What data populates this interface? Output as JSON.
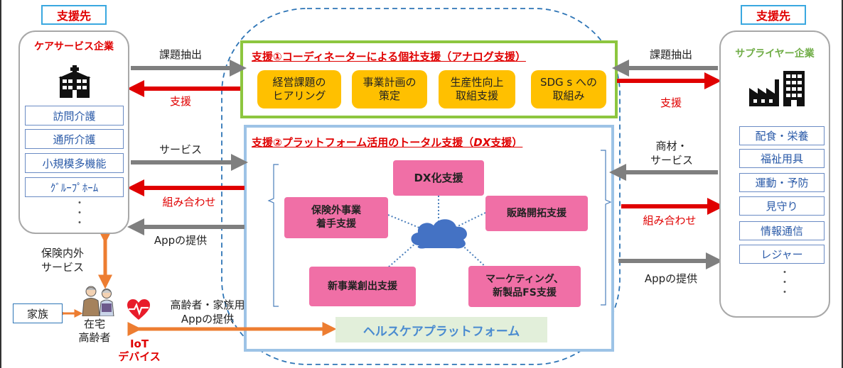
{
  "left": {
    "tag": "支援先",
    "panel_title": "ケアサービス企業",
    "items": [
      "訪問介護",
      "通所介護",
      "小規模多機能",
      "ｸﾞﾙｰﾌﾟﾎｰﾑ"
    ],
    "dots": "・\n・\n・"
  },
  "right": {
    "tag": "支援先",
    "panel_title": "サプライヤー企業",
    "items": [
      "配食・栄養",
      "福祉用具",
      "運動・予防",
      "見守り",
      "情報通信",
      "レジャー"
    ],
    "dots": "・\n・\n・"
  },
  "labels": {
    "left_issue": "課題抽出",
    "left_support": "支援",
    "left_service": "サービス",
    "left_combo": "組み合わせ",
    "left_app": "Appの提供",
    "right_issue": "課題抽出",
    "right_support": "支援",
    "right_goods": "商材・\nサービス",
    "right_combo": "組み合わせ",
    "right_app": "Appの提供",
    "insurance": "保険内外\nサービス",
    "family_app": "高齢者・家族用\nAppの提供"
  },
  "support1": {
    "title": "支援①コーディネーターによる個社支援（アナログ支援）",
    "boxes": [
      "経営課題の\nヒアリング",
      "事業計画の\n策定",
      "生産性向上\n取組支援",
      "SDG s への\n取組み"
    ]
  },
  "support2": {
    "title_prefix": "支援②プラットフォーム活用のトータル支援（",
    "title_em": "DX",
    "title_suffix": "支援）",
    "boxes": {
      "dx": "DX化支援",
      "hoken": "保険外事業\n着手支援",
      "hanro": "販路開拓支援",
      "shinjigyo": "新事業創出支援",
      "marketing": "マーケティング、\n新製品FS支援"
    },
    "platform": "ヘルスケアプラットフォーム"
  },
  "bottom": {
    "family": "家族",
    "elderly": "在宅\n高齢者",
    "iot": "IoT\nデバイス"
  },
  "colors": {
    "red": "#e00000",
    "gray_arrow": "#7f7f7f",
    "orange": "#ed7d31",
    "green_frame": "#8dc63f",
    "blue_frame": "#9dc3e6",
    "yellow": "#ffc000",
    "pink": "#f06fa6",
    "cloud": "#4472c4"
  }
}
